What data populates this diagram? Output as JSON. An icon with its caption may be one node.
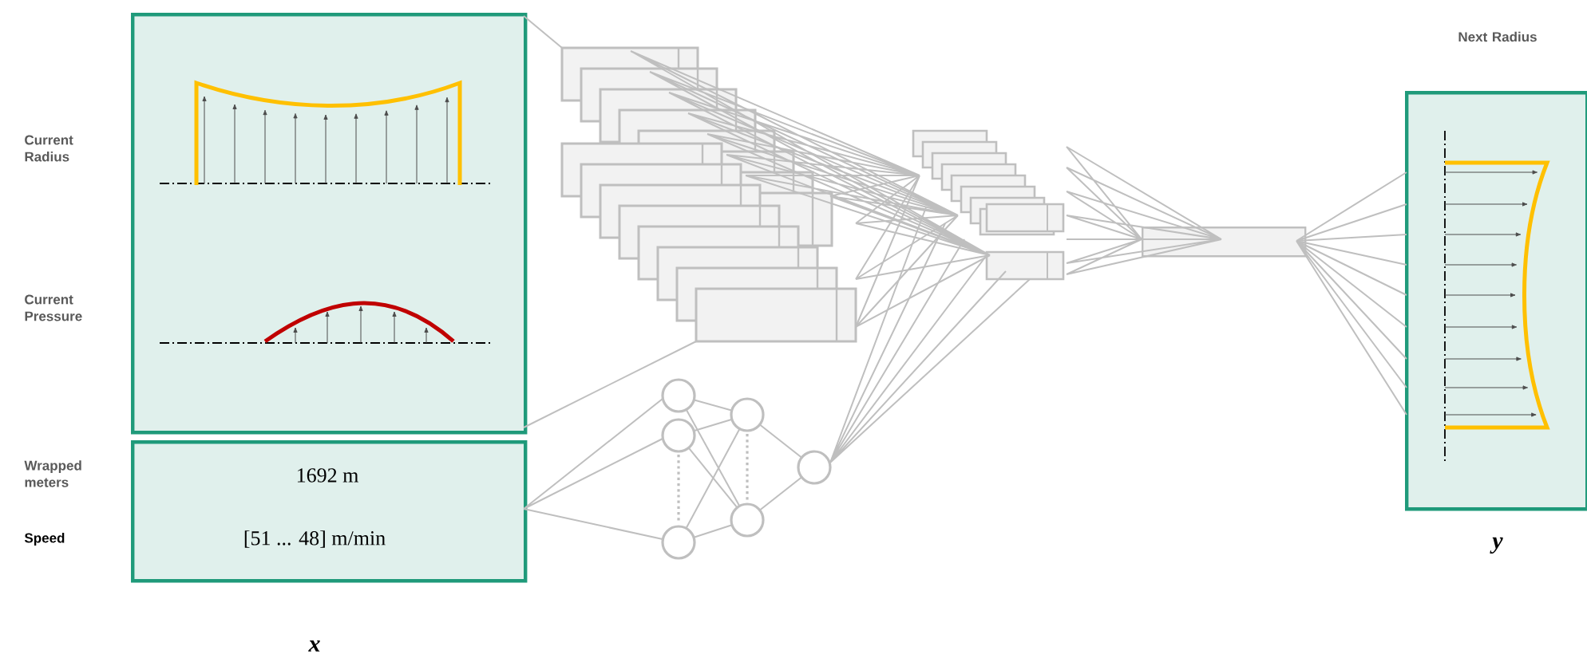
{
  "diagram": {
    "nodes": [
      {
        "text": [],
        "shape": "box"
      },
      {
        "text": [
          "1692 m",
          "[51 ... 48] m/min"
        ]
      },
      {
        "text": [],
        "shape": "picture"
      },
      {
        "text": [],
        "shape": "picture"
      },
      {
        "text": [],
        "shape": "picture"
      },
      {
        "text": [],
        "shape": "box"
      },
      {
        "text": [],
        "shape": "box"
      }
    ],
    "edges": [
      {
        "from": 0,
        "to": 2,
        "arrow": "none"
      },
      {
        "from": 0,
        "to": 2,
        "arrow": "none"
      },
      {
        "from": 1,
        "to": 3,
        "arrow": "none"
      },
      {
        "from": 2,
        "to": 4,
        "arrow": "none"
      },
      {
        "from": 3,
        "to": 4,
        "arrow": "none"
      },
      {
        "from": 4,
        "to": 5,
        "arrow": "none"
      },
      {
        "from": 5,
        "to": 6,
        "arrow": "none"
      }
    ],
    "labels": [
      "Next Radius",
      "Current Radius",
      "Current Pressure",
      "Wrapped meters",
      "Speed",
      "y",
      "x"
    ]
  }
}
